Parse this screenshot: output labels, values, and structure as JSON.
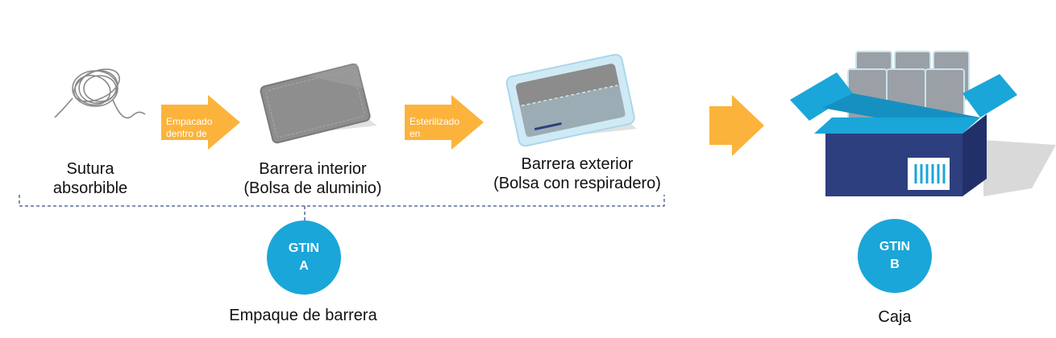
{
  "items": {
    "suture": {
      "label_line1": "Sutura",
      "label_line2": "absorbible",
      "icon": "suture-coil-icon"
    },
    "inner_barrier": {
      "label_line1": "Barrera interior",
      "label_line2": "(Bolsa de aluminio)",
      "icon": "foil-pouch-icon"
    },
    "outer_barrier": {
      "label_line1": "Barrera exterior",
      "label_line2": "(Bolsa con respiradero)",
      "icon": "vented-pouch-icon"
    },
    "box": {
      "label": "Caja",
      "icon": "shipping-box-icon"
    }
  },
  "arrows": {
    "packed": {
      "line1": "Empacado",
      "line2": "dentro de"
    },
    "sterilized": {
      "line1": "Esterilizado",
      "line2": "en"
    }
  },
  "gtin_a": {
    "line1": "GTIN",
    "line2": "A",
    "caption": "Empaque de barrera"
  },
  "gtin_b": {
    "line1": "GTIN",
    "line2": "B"
  },
  "colors": {
    "arrow": "#fbb33b",
    "gtin_circle": "#1aa6d9",
    "box_body": "#2e3f7f",
    "box_flap": "#1aa6d9",
    "bracket": "#3c4e8c"
  }
}
